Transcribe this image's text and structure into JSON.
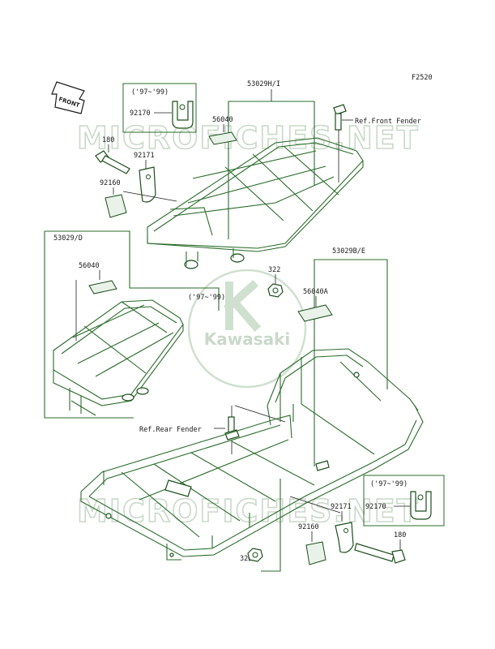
{
  "figure_code": "F2520",
  "arrow_label": "FRONT",
  "watermark": {
    "text": "MICROFICHES.NET",
    "logo_text": "Kawasaki"
  },
  "parts": {
    "rack_front": "53029H/I",
    "rack_front_pad": "56040",
    "bolt_front": "180",
    "bracket_front": "92171",
    "clamp_front": "92160",
    "inset_front_years": "('97~'99)",
    "inset_front_part": "92170",
    "ref_front": "Ref.Front Fender",
    "nut_front": "322",
    "rack_left": "53029/D",
    "rack_left_pad": "56040",
    "inset_left_years": "('97~'99)",
    "rack_rear": "53029B/E",
    "rack_rear_pad": "56040A",
    "ref_rear": "Ref.Rear Fender",
    "inset_rear_years": "('97~'99)",
    "inset_rear_part": "92170",
    "bracket_rear": "92171",
    "clamp_rear": "92160",
    "bolt_rear": "180",
    "nut_rear": "322"
  },
  "colors": {
    "line": "#2a6b2a",
    "leader": "#1e1e1e",
    "watermark": "#c9d9c9"
  }
}
